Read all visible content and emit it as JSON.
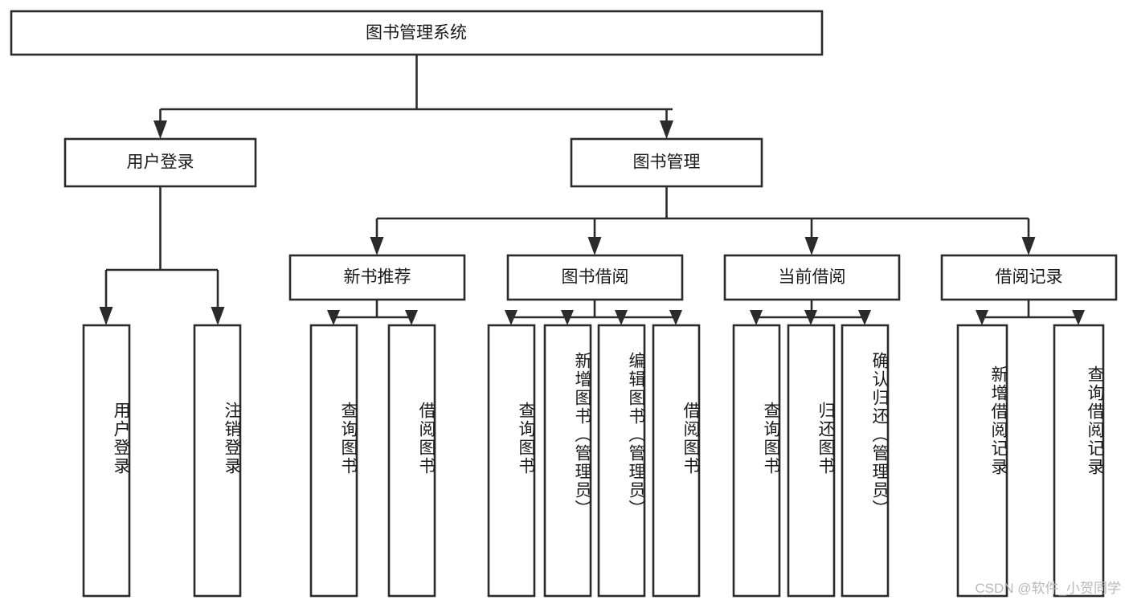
{
  "diagram": {
    "title_node": {
      "label": "图书管理系统"
    },
    "level1": [
      {
        "label": "用户登录"
      },
      {
        "label": "图书管理"
      }
    ],
    "level2": [
      {
        "label": "新书推荐"
      },
      {
        "label": "图书借阅"
      },
      {
        "label": "当前借阅"
      },
      {
        "label": "借阅记录"
      }
    ],
    "leaves": [
      {
        "label": "用户登录",
        "parent": "用户登录"
      },
      {
        "label": "注销登录",
        "parent": "用户登录"
      },
      {
        "label": "查询图书",
        "parent": "新书推荐"
      },
      {
        "label": "借阅图书",
        "parent": "新书推荐"
      },
      {
        "label": "查询图书",
        "parent": "图书借阅"
      },
      {
        "label": "新增图书（管理员）",
        "parent": "图书借阅"
      },
      {
        "label": "编辑图书（管理员）",
        "parent": "图书借阅"
      },
      {
        "label": "借阅图书",
        "parent": "图书借阅"
      },
      {
        "label": "查询图书",
        "parent": "当前借阅"
      },
      {
        "label": "归还图书",
        "parent": "当前借阅"
      },
      {
        "label": "确认归还（管理员）",
        "parent": "当前借阅"
      },
      {
        "label": "新增借阅记录",
        "parent": "借阅记录"
      },
      {
        "label": "查询借阅记录",
        "parent": "借阅记录"
      }
    ]
  },
  "watermark": {
    "text": "CSDN @软件_小贺同学"
  },
  "colors": {
    "stroke": "#2b2b2b",
    "fill": "#ffffff",
    "text": "#1a1a1a",
    "watermark": "#b9b9b9"
  }
}
